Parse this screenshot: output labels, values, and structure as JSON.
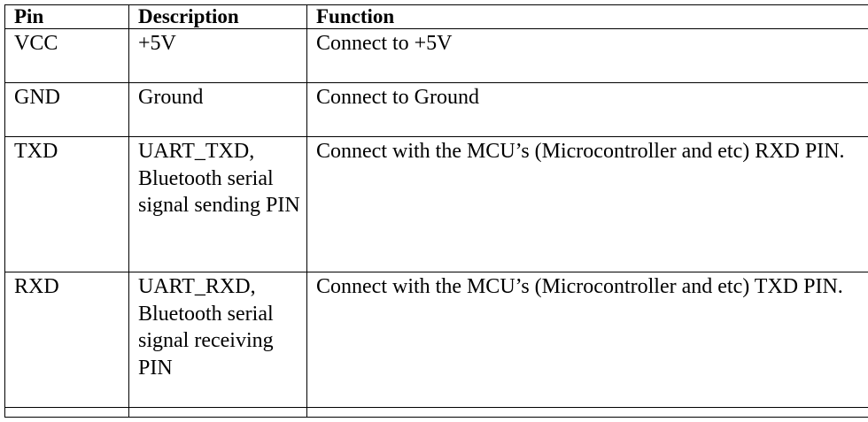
{
  "table": {
    "headers": [
      "Pin",
      "Description",
      "Function"
    ],
    "rows": [
      {
        "pin": "VCC",
        "description": "+5V",
        "function": "Connect to +5V"
      },
      {
        "pin": "GND",
        "description": "Ground",
        "function": "Connect to Ground"
      },
      {
        "pin": "TXD",
        "description": "UART_TXD, Bluetooth serial signal sending PIN",
        "function": "Connect with the MCU’s (Microcontroller and etc) RXD PIN."
      },
      {
        "pin": "RXD",
        "description": "UART_RXD, Bluetooth serial signal receiving PIN",
        "function": "Connect with the MCU’s (Microcontroller and etc) TXD PIN."
      }
    ]
  }
}
